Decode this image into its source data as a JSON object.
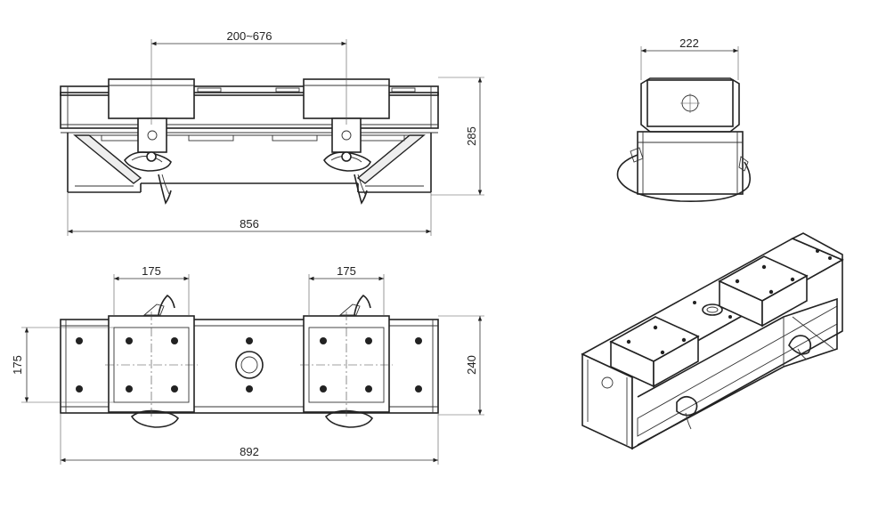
{
  "dimensions": {
    "front_span": "200~676",
    "front_height": "285",
    "front_length": "856",
    "side_width": "222",
    "top_left_pad": "175",
    "top_right_pad": "175",
    "top_side_left": "175",
    "top_side_right": "240",
    "top_length": "892"
  },
  "colors": {
    "line": "#222222",
    "background": "#ffffff"
  }
}
